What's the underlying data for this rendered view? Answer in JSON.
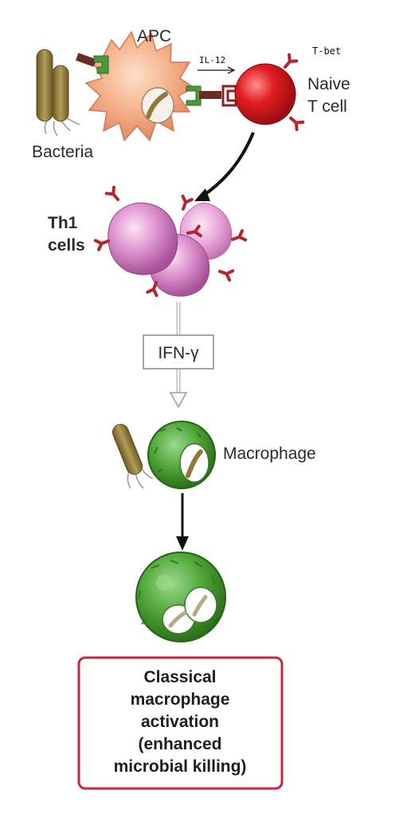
{
  "labels": {
    "apc": "APC",
    "il12": "IL-12",
    "tbet": "T-bet",
    "naive_line1": "Naive",
    "naive_line2": "T cell",
    "bacteria": "Bacteria",
    "th1_line1": "Th1",
    "th1_line2": "cells",
    "ifn": "IFN-γ",
    "macrophage": "Macrophage"
  },
  "outcome": {
    "line1": "Classical",
    "line2": "macrophage",
    "line3": "activation",
    "line4": "(enhanced",
    "line5": "microbial killing)"
  },
  "colors": {
    "apc": "#f2a77f",
    "naive_t_cell": "#d9141c",
    "th1_cell": "#d984c6",
    "macrophage": "#53a83a",
    "receptor": "#b3262d",
    "bacteria": "#8e7a3c",
    "outcome_border": "#c22a3c"
  },
  "icons": [
    "bacteria-icon",
    "apc-cell",
    "naive-t-cell",
    "th1-cell-cluster",
    "macrophage-cell",
    "activated-macrophage-cell"
  ]
}
